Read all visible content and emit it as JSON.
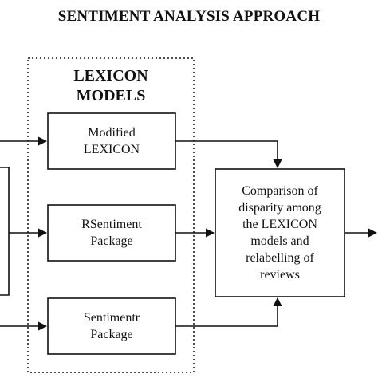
{
  "title": "SENTIMENT ANALYSIS APPROACH",
  "lexicon_group": {
    "title_line1": "LEXICON",
    "title_line2": "MODELS"
  },
  "nodes": {
    "modified_lexicon": {
      "line1": "Modified",
      "line2": "LEXICON"
    },
    "rsentiment": {
      "line1": "RSentiment",
      "line2": "Package"
    },
    "sentimentr": {
      "line1": "Sentimentr",
      "line2": "Package"
    },
    "comparison": {
      "lines": [
        "Comparison of",
        "disparity among",
        "the LEXICON",
        "models and",
        "relabelling of",
        "reviews"
      ]
    }
  },
  "colors": {
    "stroke": "#111111",
    "background": "#ffffff"
  }
}
